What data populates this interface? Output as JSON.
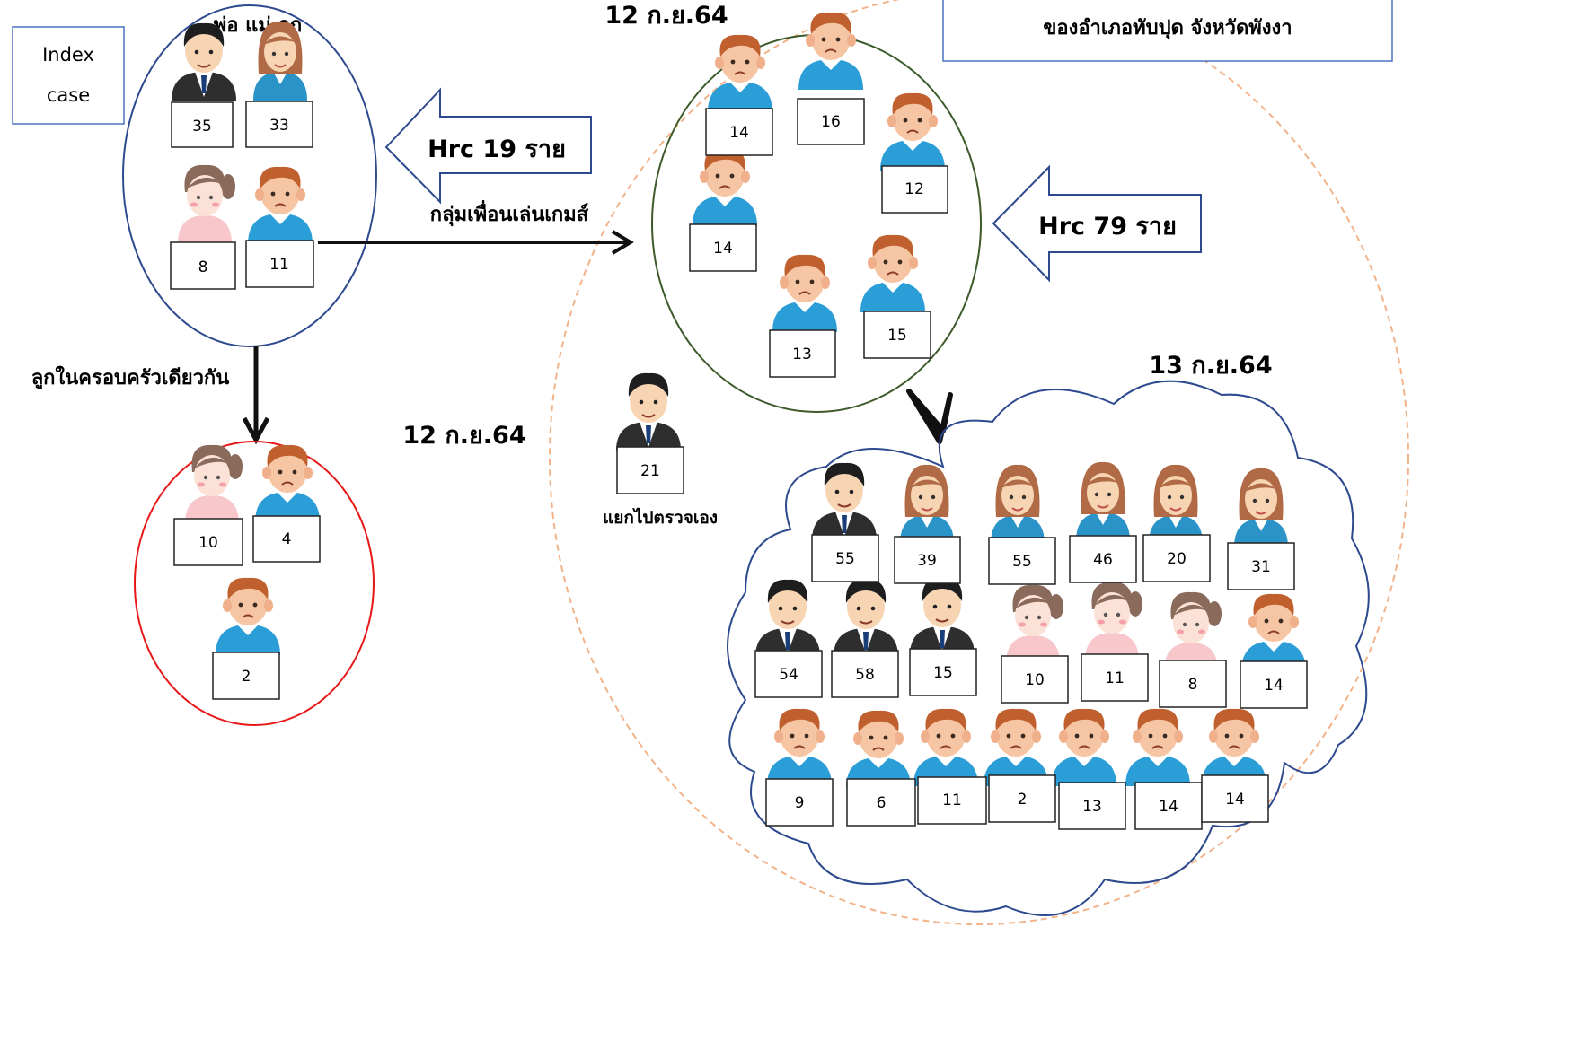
{
  "index_case_label": [
    "Index",
    "case"
  ],
  "family": {
    "label": "พ่อ แม่ ลูก",
    "ages": [
      "35",
      "33",
      "8",
      "11"
    ]
  },
  "hrc_family": "Hrc 19 ราย",
  "arrow_game_label": "กลุ่มเพื่อนเล่นเกมส์",
  "arrow_sibling_label": "ลูกในครอบครัวเดียวกัน",
  "date_top": "12 ก.ย.64",
  "date_middle": "12 ก.ย.64",
  "date_cloud": "13 ก.ย.64",
  "title_box_text": "ของอำเภอทับปุด จังหวัดพังงา",
  "siblings": {
    "ages": [
      "10",
      "4",
      "2"
    ]
  },
  "game_group": {
    "ages": [
      "14",
      "16",
      "12",
      "14",
      "13",
      "15"
    ]
  },
  "hrc_game": "Hrc 79 ราย",
  "self_test": {
    "age": "21",
    "label": "แยกไปตรวจเอง"
  },
  "cloud_group": {
    "row1": [
      "55",
      "39",
      "55",
      "46",
      "20",
      "31"
    ],
    "row2": [
      "54",
      "58",
      "15",
      "10",
      "11",
      "8",
      "14"
    ],
    "row3": [
      "9",
      "6",
      "11",
      "2",
      "13",
      "14",
      "14"
    ]
  },
  "colors": {
    "family_ellipse": "#2E4A8F",
    "sibling_ellipse": "#E81818",
    "game_ellipse": "#3C5A2A",
    "dashed_ellipse": "#F2B38A",
    "cloud": "#2E4A8F",
    "box_border": "#4A72C0"
  }
}
